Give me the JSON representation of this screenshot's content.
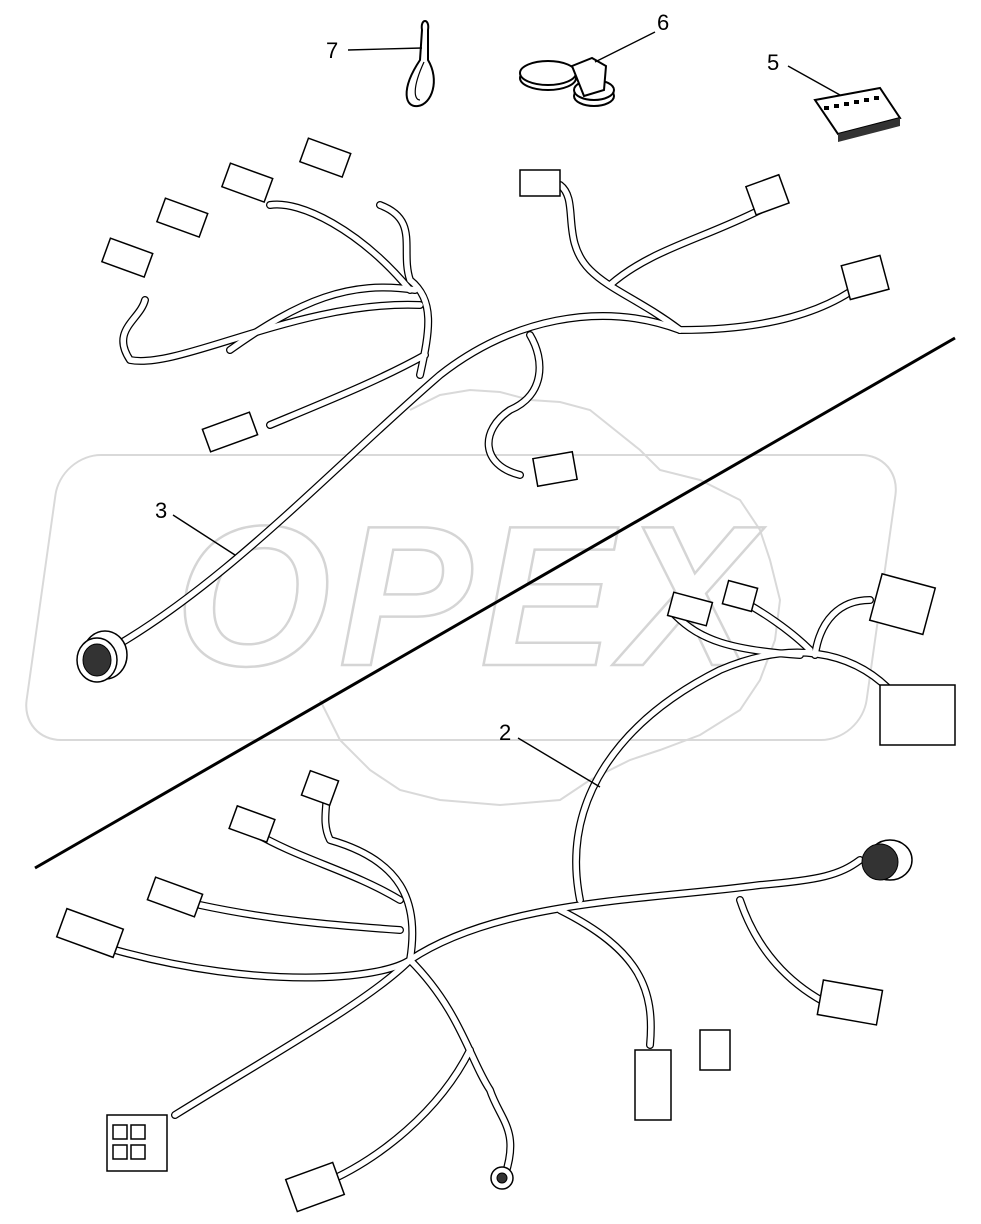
{
  "watermark": {
    "text": "OPEX"
  },
  "callouts": [
    {
      "id": "2",
      "label": "2"
    },
    {
      "id": "3",
      "label": "3"
    },
    {
      "id": "5",
      "label": "5"
    },
    {
      "id": "6",
      "label": "6"
    },
    {
      "id": "7",
      "label": "7"
    }
  ]
}
